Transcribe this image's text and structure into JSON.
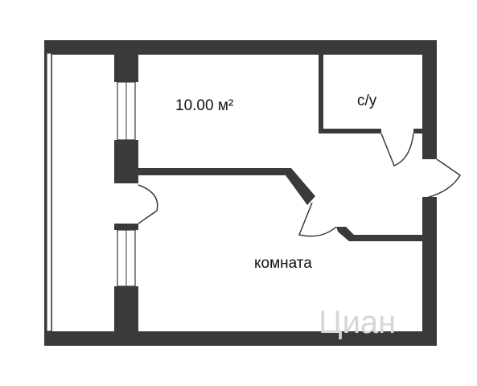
{
  "plan": {
    "rooms": [
      {
        "id": "area",
        "label": "10.00 м²"
      },
      {
        "id": "bathroom",
        "label": "с/у"
      },
      {
        "id": "main",
        "label": "комната"
      }
    ],
    "watermark": "Циан",
    "colors": {
      "wall": "#3a3a3a",
      "background": "#ffffff",
      "text": "#111111",
      "watermark": "#d7d7d7"
    }
  }
}
